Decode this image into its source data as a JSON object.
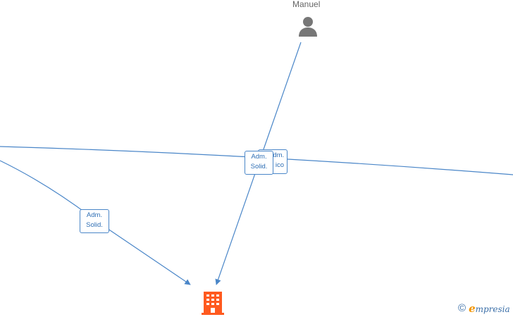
{
  "nodes": {
    "person": {
      "name": "Manuel"
    }
  },
  "edge_labels": [
    {
      "line1": "Adm.",
      "line2": "Solid."
    },
    {
      "line1": "Adm.",
      "line2": "Solid."
    },
    {
      "line1": "Adm.",
      "line2": "ico"
    }
  ],
  "footer": {
    "copyright_symbol": "©",
    "brand_initial": "e",
    "brand_rest": "mpresia"
  },
  "colors": {
    "edge": "#4a86c8",
    "person_icon": "#777777",
    "company_icon": "#ff5a1f",
    "brand_blue": "#3b6fa8",
    "brand_orange": "#f29400"
  }
}
